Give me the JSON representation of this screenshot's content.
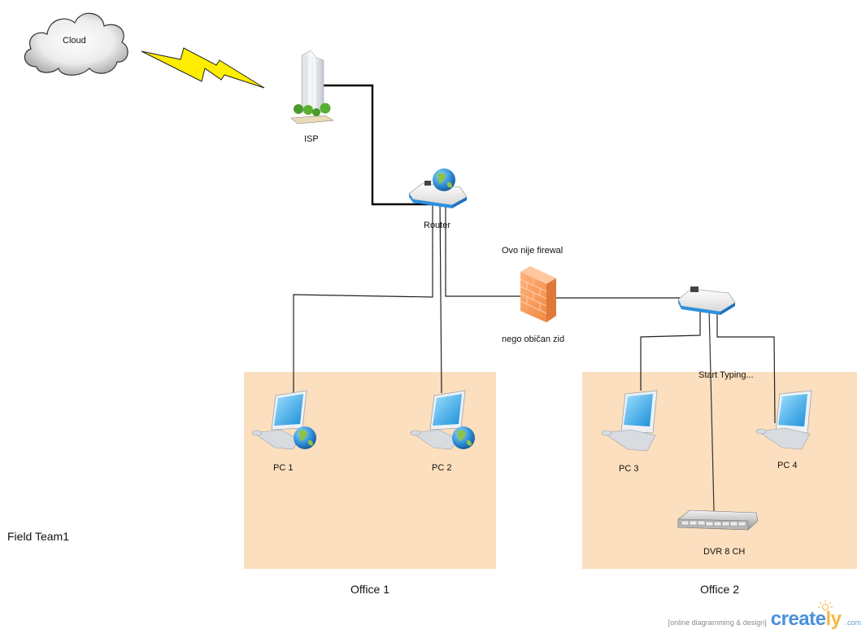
{
  "diagram": {
    "nodes": {
      "cloud": {
        "label": "Cloud",
        "icon": "cloud-icon"
      },
      "wireless_link": {
        "icon": "lightning-bolt-icon",
        "color": "#ffee00"
      },
      "isp": {
        "label": "ISP",
        "icon": "office-building-icon"
      },
      "router": {
        "label": "Router",
        "icon": "router-globe-icon"
      },
      "firewall": {
        "label_top": "Ovo nije firewal",
        "label_bottom": "nego običan zid",
        "icon": "brick-wall-icon",
        "color": "#f5934a"
      },
      "switch": {
        "icon": "router-icon"
      },
      "pc1": {
        "label": "PC 1",
        "icon": "computer-globe-icon"
      },
      "pc2": {
        "label": "PC 2",
        "icon": "computer-globe-icon"
      },
      "pc3": {
        "label": "PC 3",
        "icon": "computer-icon"
      },
      "pc4": {
        "label": "PC 4",
        "icon": "computer-icon"
      },
      "dvr": {
        "label": "DVR 8 CH",
        "icon": "dvr-rack-icon"
      }
    },
    "placeholder_text": "Start Typing...",
    "zones": [
      {
        "label": "Office 1",
        "color": "#fcdfbe"
      },
      {
        "label": "Office 2",
        "color": "#fcdfbe"
      }
    ],
    "free_label": "Field Team1",
    "edges": [
      {
        "from": "isp",
        "to": "router"
      },
      {
        "from": "router",
        "to": "pc1"
      },
      {
        "from": "router",
        "to": "pc2"
      },
      {
        "from": "router",
        "to": "firewall"
      },
      {
        "from": "firewall",
        "to": "switch"
      },
      {
        "from": "switch",
        "to": "pc3"
      },
      {
        "from": "switch",
        "to": "dvr"
      },
      {
        "from": "switch",
        "to": "pc4"
      }
    ]
  },
  "footer": {
    "tagline": "[online diagramming & design]",
    "brand_main": "creat",
    "brand_accent": "e",
    "brand_end": "ly",
    "domain": ".com"
  }
}
